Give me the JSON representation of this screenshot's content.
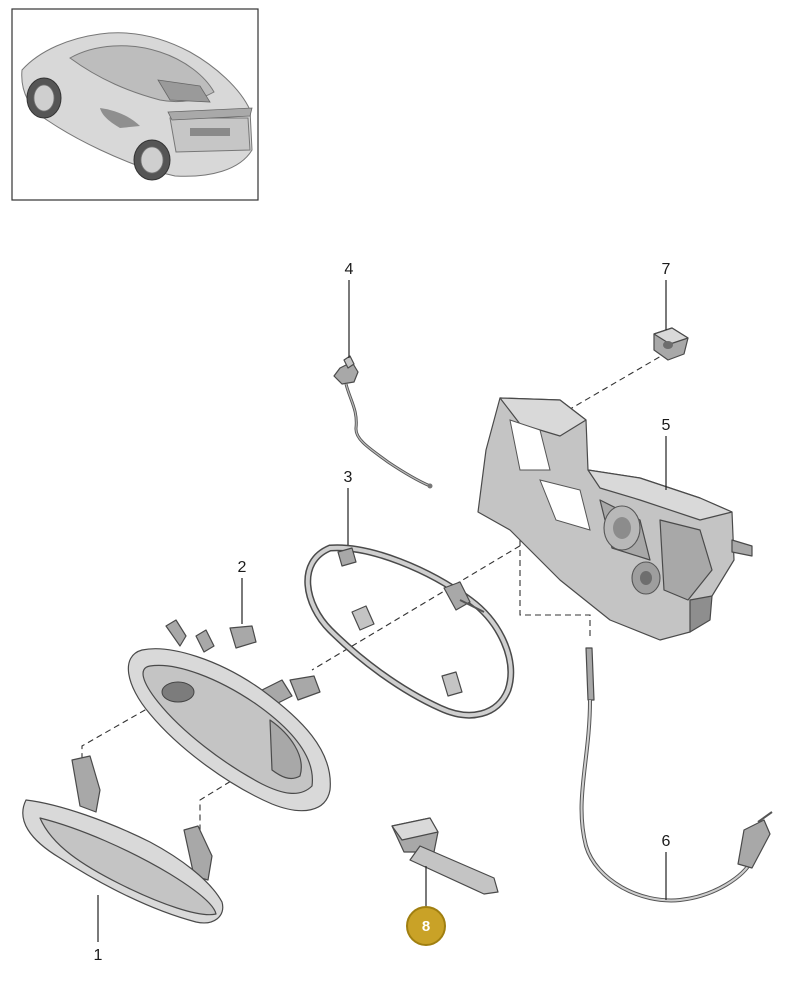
{
  "parts": [
    {
      "id": "1",
      "label": "1",
      "highlighted": false
    },
    {
      "id": "2",
      "label": "2",
      "highlighted": false
    },
    {
      "id": "3",
      "label": "3",
      "highlighted": false
    },
    {
      "id": "4",
      "label": "4",
      "highlighted": false
    },
    {
      "id": "5",
      "label": "5",
      "highlighted": false
    },
    {
      "id": "6",
      "label": "6",
      "highlighted": false
    },
    {
      "id": "7",
      "label": "7",
      "highlighted": false
    },
    {
      "id": "8",
      "label": "8",
      "highlighted": true
    }
  ],
  "colors": {
    "highlight_badge": "#c9a227",
    "highlight_badge_border": "#a07f10",
    "part_fill": "#cfcfcf",
    "line": "#222222"
  },
  "icons": {
    "thumbnail": "sports-car-thumbnail-icon"
  }
}
